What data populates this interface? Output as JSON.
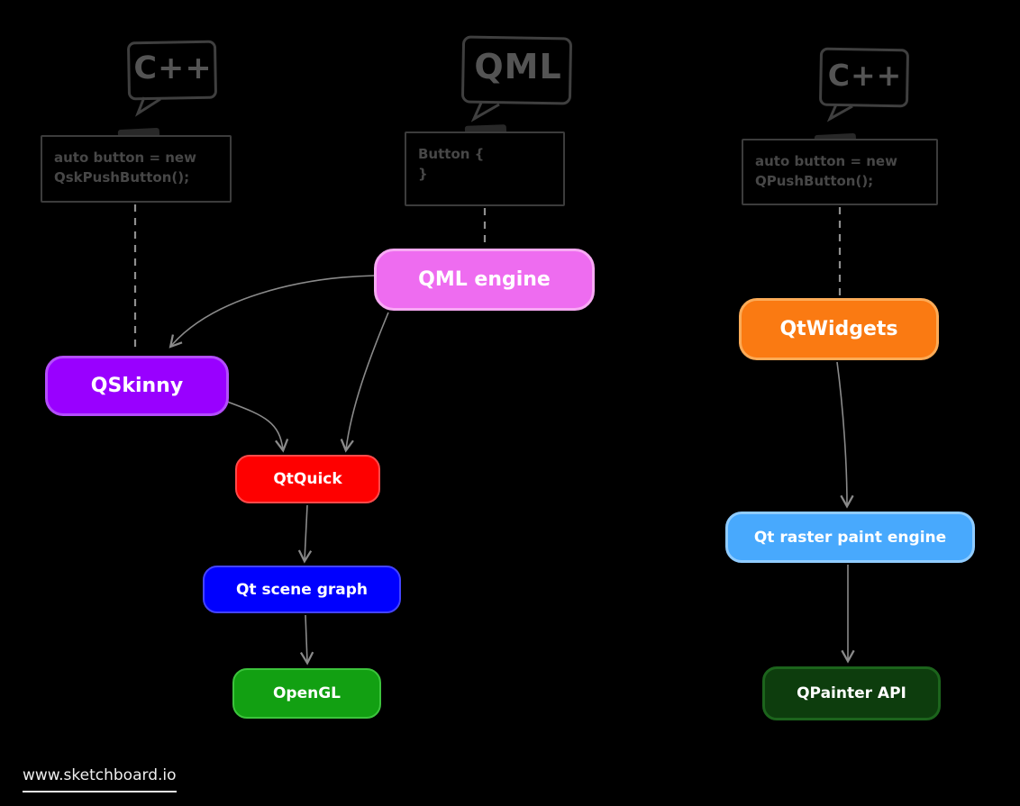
{
  "watermark": "www.sketchboard.io",
  "speech_bubbles": {
    "left": {
      "label": "C++"
    },
    "middle": {
      "label": "QML"
    },
    "right": {
      "label": "C++"
    }
  },
  "code_boxes": {
    "left": {
      "line1": "auto button = new",
      "line2": "QskPushButton();"
    },
    "middle": {
      "line1": "Button {",
      "line2": "}"
    },
    "right": {
      "line1": "auto button = new",
      "line2": "QPushButton();"
    }
  },
  "nodes": {
    "qml_engine": {
      "label": "QML engine",
      "color": "#ee6cf0"
    },
    "qskinny": {
      "label": "QSkinny",
      "color": "#9900ff"
    },
    "qtquick": {
      "label": "QtQuick",
      "color": "#fe0000"
    },
    "scene_graph": {
      "label": "Qt scene graph",
      "color": "#0000fe"
    },
    "opengl": {
      "label": "OpenGL",
      "color": "#12a012"
    },
    "qtwidgets": {
      "label": "QtWidgets",
      "color": "#fa7a12"
    },
    "raster": {
      "label": "Qt raster paint engine",
      "color": "#48a9fd"
    },
    "qpainter": {
      "label": "QPainter API",
      "color": "#0d3d0d"
    }
  },
  "edges": [
    {
      "from": "codebox-left",
      "to": "qskinny",
      "style": "dashed"
    },
    {
      "from": "codebox-mid",
      "to": "qml_engine",
      "style": "dashed"
    },
    {
      "from": "codebox-right",
      "to": "qtwidgets",
      "style": "dashed"
    },
    {
      "from": "qml_engine",
      "to": "qskinny",
      "style": "arrow"
    },
    {
      "from": "qml_engine",
      "to": "qtquick",
      "style": "arrow"
    },
    {
      "from": "qskinny",
      "to": "qtquick",
      "style": "arrow"
    },
    {
      "from": "qtquick",
      "to": "scene_graph",
      "style": "arrow"
    },
    {
      "from": "scene_graph",
      "to": "opengl",
      "style": "arrow"
    },
    {
      "from": "qtwidgets",
      "to": "raster",
      "style": "arrow"
    },
    {
      "from": "raster",
      "to": "qpainter",
      "style": "arrow"
    }
  ],
  "colors": {
    "background": "#000000",
    "arrow": "#8a8a8a",
    "sketch_outline": "#3f3f3f",
    "sketch_text": "#545454"
  }
}
